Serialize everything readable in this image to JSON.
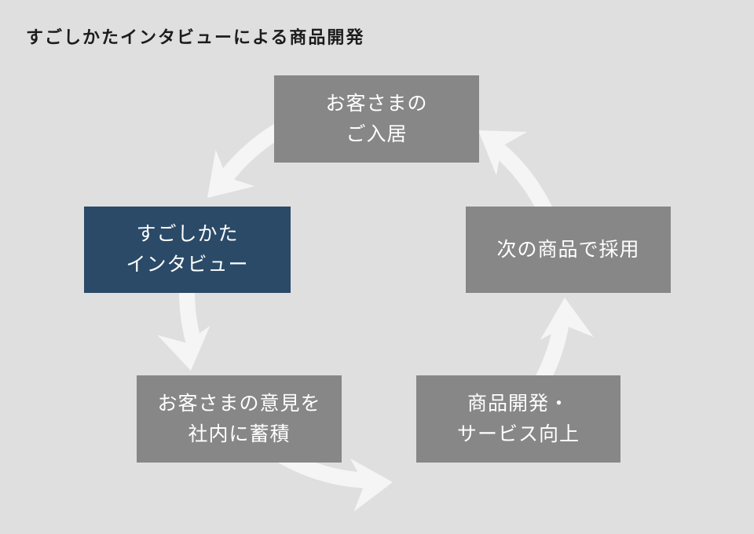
{
  "title": "すごしかたインタビューによる商品開発",
  "colors": {
    "background": "#dfdfdf",
    "box_gray": "#878787",
    "box_highlight": "#2a4a68",
    "box_text": "#ffffff",
    "title_text": "#1c1c1c",
    "arrow": "#f5f5f5"
  },
  "cycle": {
    "direction": "counterclockwise",
    "steps": [
      {
        "id": "move-in",
        "position": "top",
        "label": "お客さまの\nご入居",
        "highlighted": false
      },
      {
        "id": "interview",
        "position": "left",
        "label": "すごしかた\nインタビュー",
        "highlighted": true
      },
      {
        "id": "accumulate",
        "position": "bottom-left",
        "label": "お客さまの意見を\n社内に蓄積",
        "highlighted": false
      },
      {
        "id": "develop",
        "position": "bottom-right",
        "label": "商品開発・\nサービス向上",
        "highlighted": false
      },
      {
        "id": "adopt",
        "position": "right",
        "label": "次の商品で採用",
        "highlighted": false
      }
    ],
    "arrows": [
      {
        "from": "move-in",
        "to": "interview"
      },
      {
        "from": "interview",
        "to": "accumulate"
      },
      {
        "from": "accumulate",
        "to": "develop"
      },
      {
        "from": "develop",
        "to": "adopt"
      },
      {
        "from": "adopt",
        "to": "move-in"
      }
    ]
  }
}
